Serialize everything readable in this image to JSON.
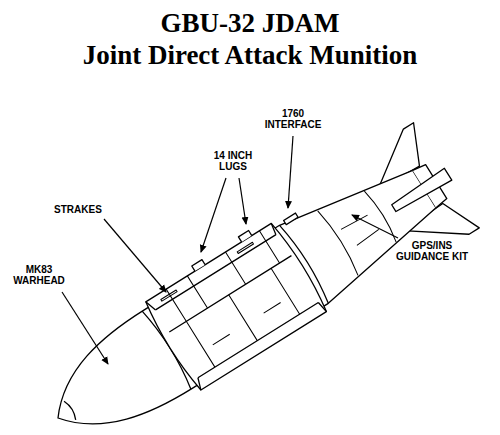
{
  "diagram": {
    "title": "GBU-32 JDAM",
    "labels": [
      "Joint Direct Attack Munition",
      "1760 INTERFACE",
      "14 INCH LUGS",
      "STRAKES",
      "MK83 WARHEAD",
      "GPS/INS GUIDANCE KIT"
    ]
  }
}
